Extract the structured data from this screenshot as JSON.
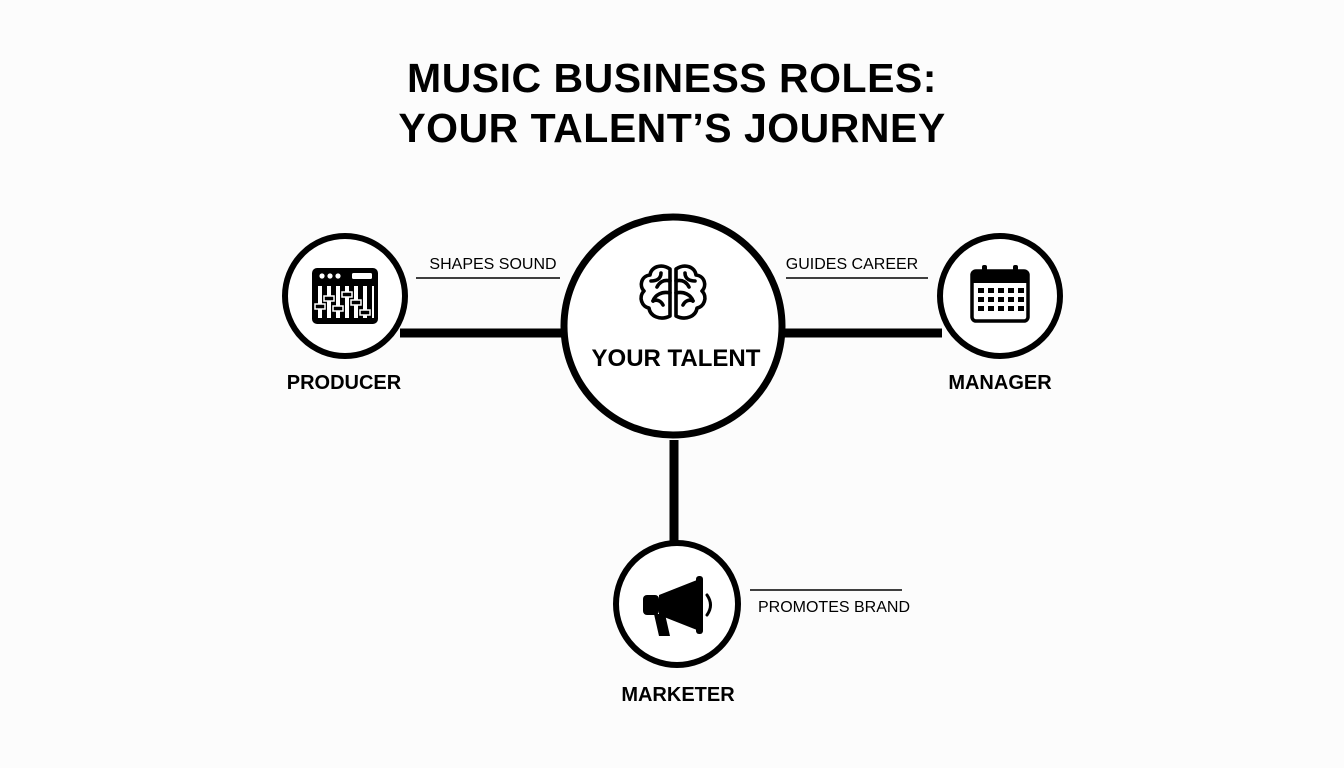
{
  "title": {
    "line1": "MUSIC BUSINESS ROLES:",
    "line2": "YOUR TALENT’S JOURNEY"
  },
  "center": {
    "label": "YOUR TALENT",
    "icon": "brain-icon"
  },
  "nodes": {
    "producer": {
      "label": "PRODUCER",
      "icon": "mixing-console-icon",
      "relation": "SHAPES SOUND"
    },
    "manager": {
      "label": "MANAGER",
      "icon": "calendar-icon",
      "relation": "GUIDES CAREER"
    },
    "marketer": {
      "label": "MARKETER",
      "icon": "megaphone-icon",
      "relation": "PROMOTES BRAND"
    }
  },
  "colors": {
    "background": "#fcfcfc",
    "ink": "#000000"
  }
}
